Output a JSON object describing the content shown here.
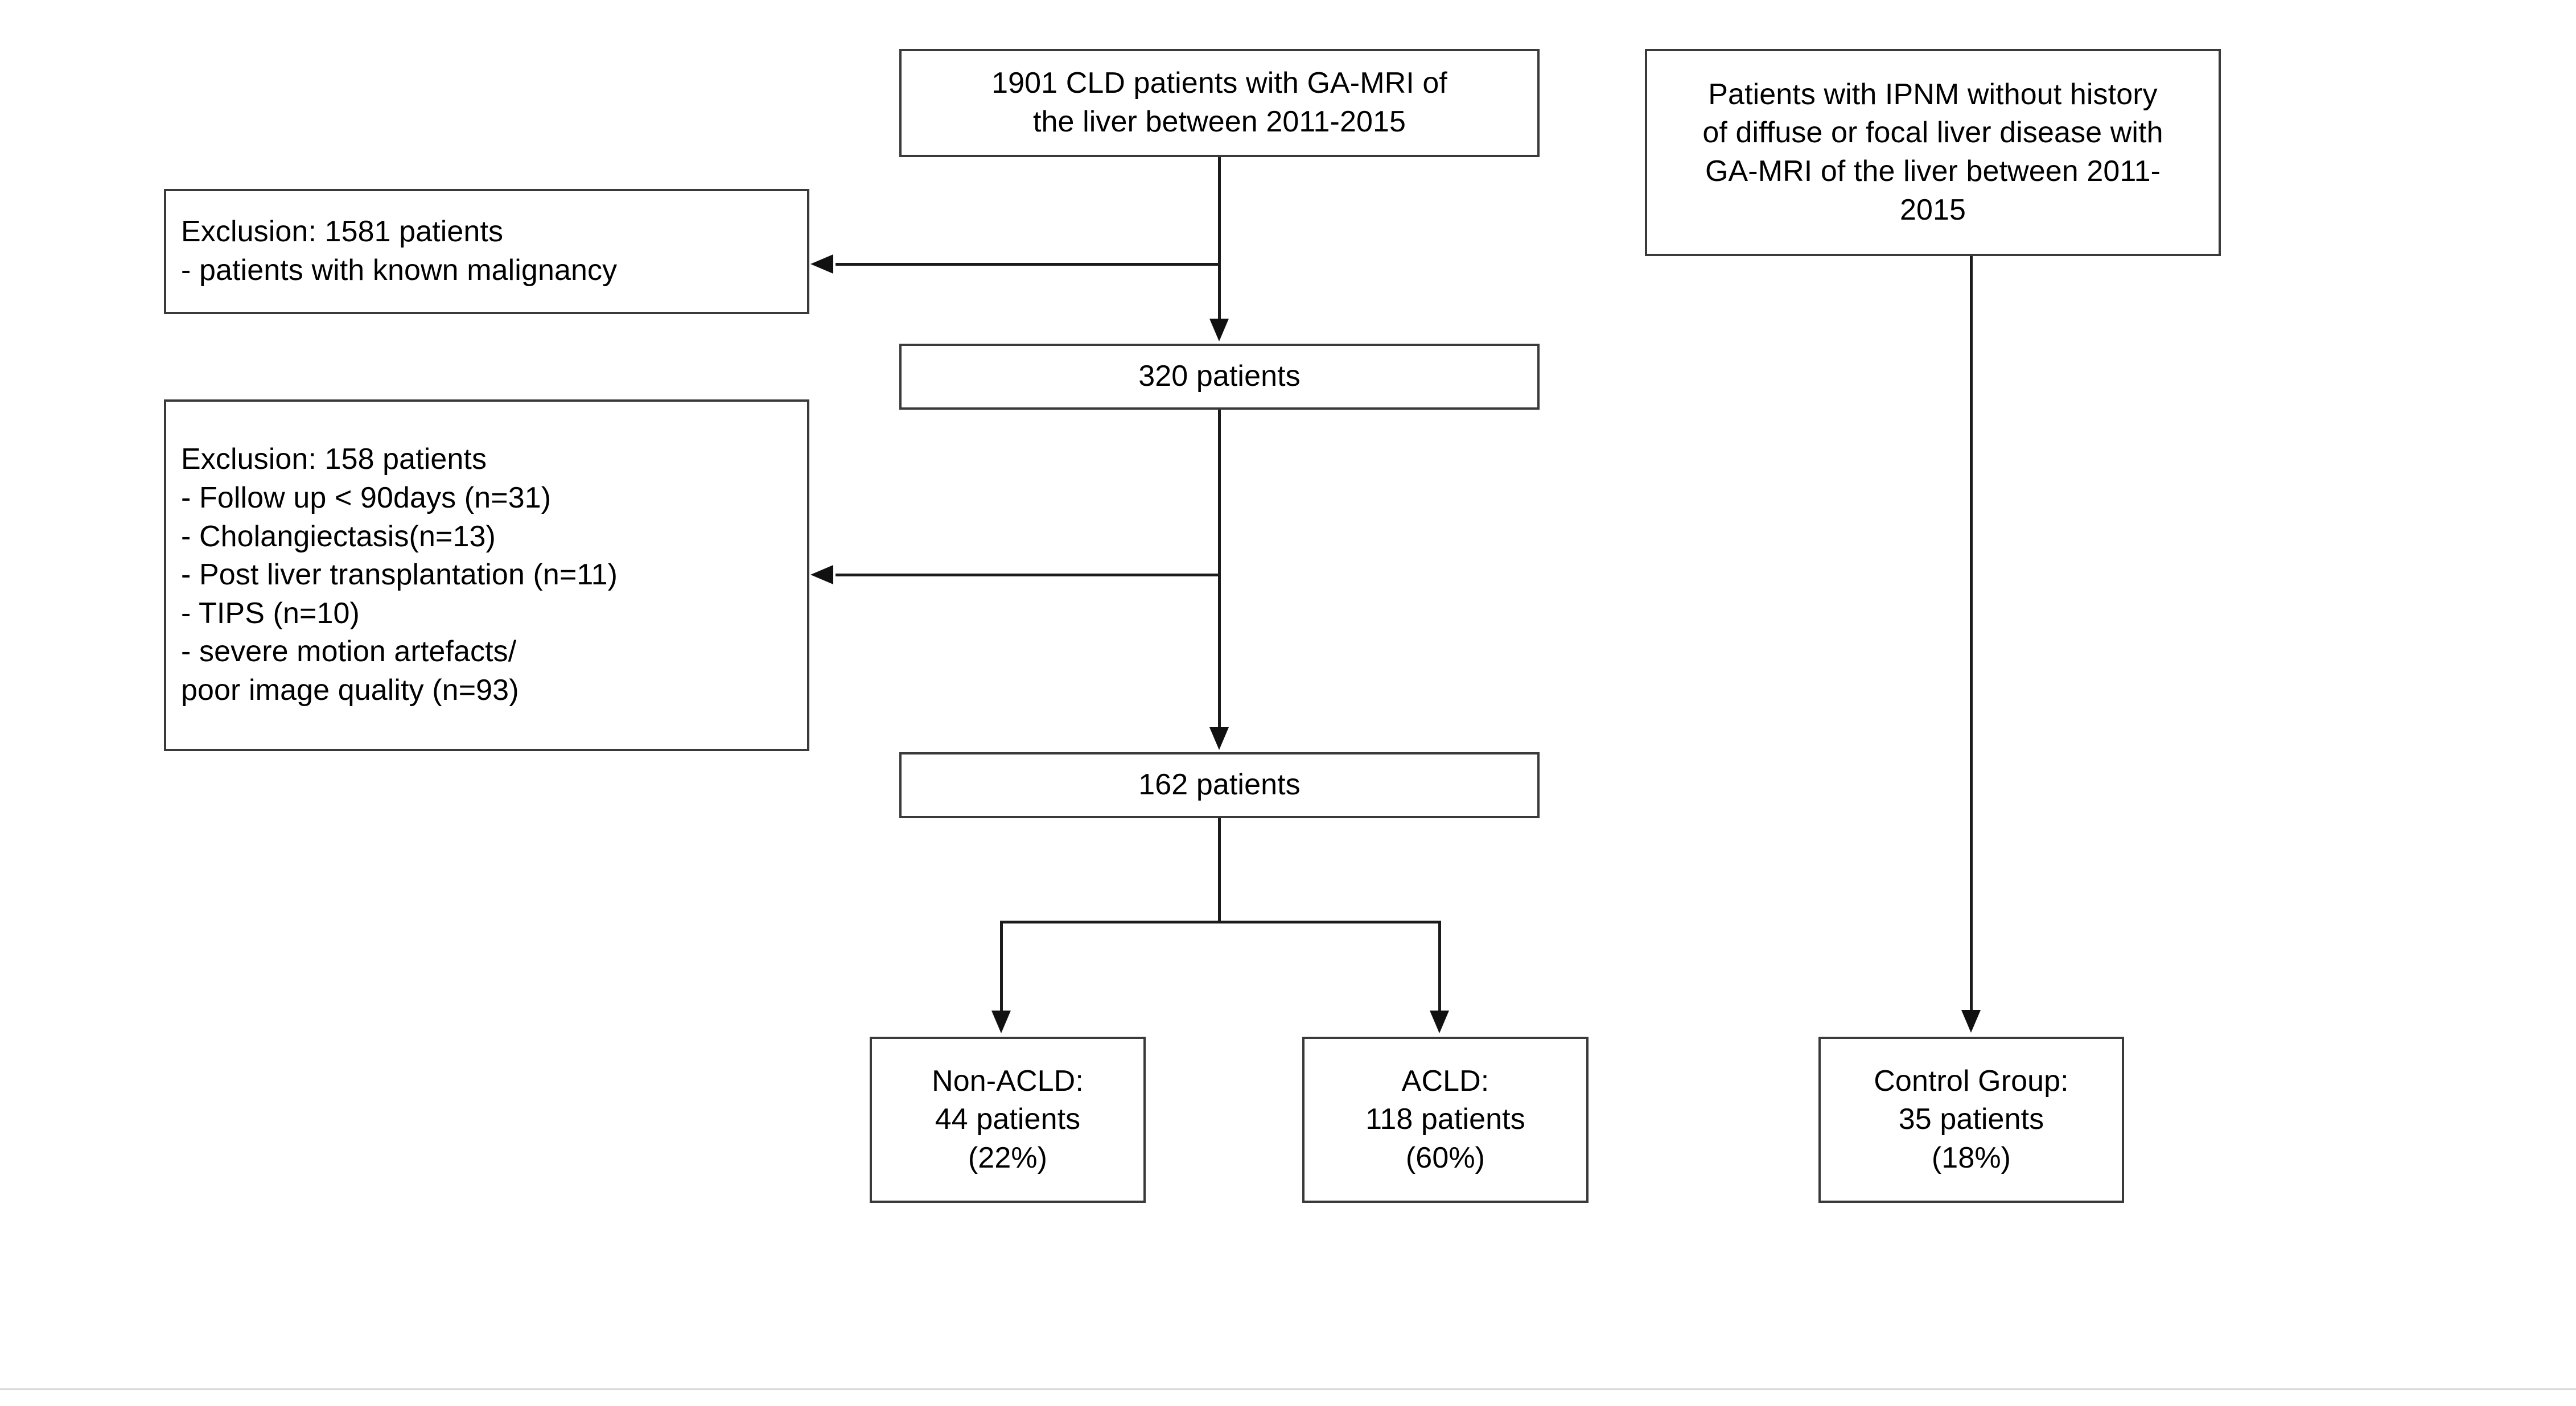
{
  "diagram": {
    "title": "Patient selection flowchart",
    "type": "flowchart",
    "colors": {
      "box_border": "#3a3a3a",
      "connector": "#1b1b1b",
      "background": "#ffffff",
      "text": "#000000"
    },
    "nodes": {
      "source_cld": {
        "id": "source-cld",
        "lines": [
          "1901 CLD patients with GA-MRI of",
          "the liver between 2011-2015"
        ]
      },
      "source_ipnm": {
        "id": "source-ipnm",
        "lines": [
          "Patients with IPNM without history",
          "of diffuse or focal liver disease with",
          "GA-MRI of the liver between 2011-",
          "2015"
        ]
      },
      "exclusion_1": {
        "id": "exclusion-1",
        "lines": [
          "Exclusion: 1581 patients",
          "- patients with known malignancy"
        ]
      },
      "cohort_320": {
        "id": "cohort-320",
        "lines": [
          "320 patients"
        ]
      },
      "exclusion_2": {
        "id": "exclusion-2",
        "lines": [
          "Exclusion: 158 patients",
          "- Follow up < 90days (n=31)",
          "- Cholangiectasis(n=13)",
          "- Post liver transplantation (n=11)",
          "- TIPS (n=10)",
          "- severe motion artefacts/",
          "poor image quality (n=93)"
        ]
      },
      "cohort_162": {
        "id": "cohort-162",
        "lines": [
          "162 patients"
        ]
      },
      "group_non_acld": {
        "id": "group-non-acld",
        "lines": [
          "Non-ACLD:",
          "44 patients",
          "(22%)"
        ]
      },
      "group_acld": {
        "id": "group-acld",
        "lines": [
          "ACLD:",
          "118 patients",
          "(60%)"
        ]
      },
      "group_control": {
        "id": "group-control",
        "lines": [
          "Control Group:",
          "35 patients",
          "(18%)"
        ]
      }
    },
    "edges": [
      {
        "from": "source_cld",
        "to": "cohort_320",
        "style": "arrow-down"
      },
      {
        "from": "source_cld",
        "to": "exclusion_1",
        "style": "arrow-left"
      },
      {
        "from": "cohort_320",
        "to": "cohort_162",
        "style": "arrow-down"
      },
      {
        "from": "cohort_320",
        "to": "exclusion_2",
        "style": "arrow-left"
      },
      {
        "from": "cohort_162",
        "to": "group_non_acld",
        "style": "arrow-down-split"
      },
      {
        "from": "cohort_162",
        "to": "group_acld",
        "style": "arrow-down-split"
      },
      {
        "from": "source_ipnm",
        "to": "group_control",
        "style": "arrow-down"
      }
    ]
  }
}
